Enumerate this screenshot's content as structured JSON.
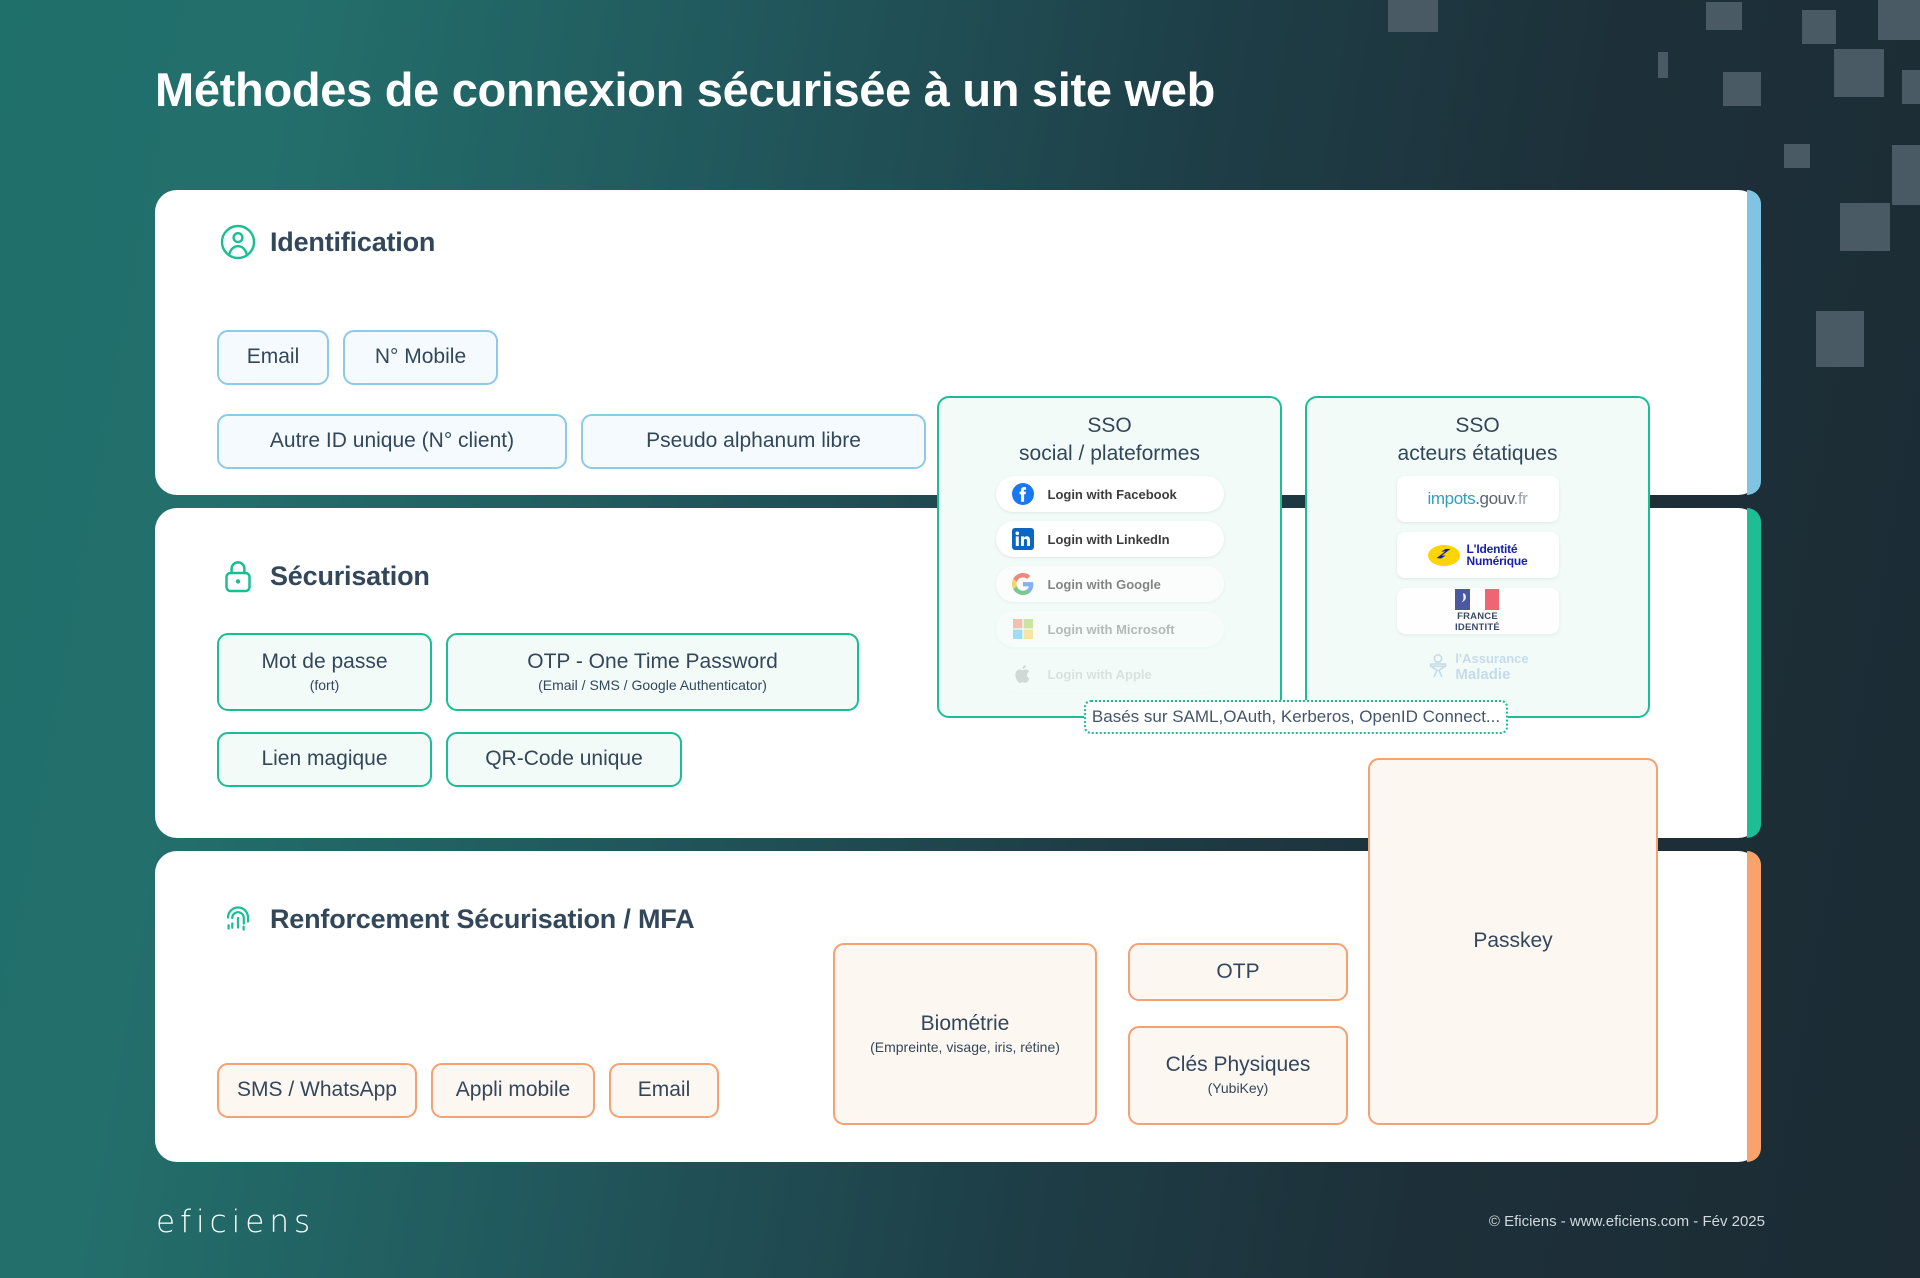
{
  "title": "Méthodes de connexion sécurisée à un site web",
  "colors": {
    "accent_identification": "#7FC4E3",
    "accent_securisation": "#1DBE96",
    "accent_mfa": "#F9A26C",
    "brand_green": "#19BF92",
    "brand_blue": "#8ECAE6",
    "brand_orange": "#F4A173",
    "text_dark": "#33475B",
    "background_dark": "#1C2B34"
  },
  "sections": [
    {
      "id": "identification",
      "icon": "user-circle-icon",
      "heading": "Identification",
      "chips": [
        {
          "label": "Email"
        },
        {
          "label": "N° Mobile"
        },
        {
          "label": "Autre ID unique (N° client)"
        },
        {
          "label": "Pseudo alphanum libre"
        }
      ]
    },
    {
      "id": "securisation",
      "icon": "padlock-icon",
      "heading": "Sécurisation",
      "chips": [
        {
          "label": "Mot de passe",
          "sub": "(fort)"
        },
        {
          "label": "OTP - One Time Password",
          "sub": "(Email / SMS / Google Authenticator)"
        },
        {
          "label": "Lien magique"
        },
        {
          "label": "QR-Code unique"
        }
      ]
    },
    {
      "id": "mfa",
      "icon": "fingerprint-icon",
      "heading": "Renforcement Sécurisation / MFA",
      "chips": [
        {
          "label": "SMS / WhatsApp"
        },
        {
          "label": "Appli mobile"
        },
        {
          "label": "Email"
        },
        {
          "label": "Biométrie",
          "sub": "(Empreinte, visage, iris, rétine)"
        },
        {
          "label": "OTP"
        },
        {
          "label": "Clés Physiques",
          "sub": "(YubiKey)"
        },
        {
          "label": "Passkey"
        }
      ]
    }
  ],
  "sso_social": {
    "title_line1": "SSO",
    "title_line2": "social / plateformes",
    "providers": [
      {
        "label": "Login with Facebook",
        "icon": "facebook-icon",
        "opacity": 1
      },
      {
        "label": "Login with LinkedIn",
        "icon": "linkedin-icon",
        "opacity": 1
      },
      {
        "label": "Login with Google",
        "icon": "google-icon",
        "opacity": 0.62
      },
      {
        "label": "Login with Microsoft",
        "icon": "microsoft-icon",
        "opacity": 0.34
      },
      {
        "label": "Login with Apple",
        "icon": "apple-icon",
        "opacity": 0.13
      }
    ]
  },
  "sso_state": {
    "title_line1": "SSO",
    "title_line2": "acteurs étatiques",
    "providers": [
      {
        "label": "impots.gouv.fr",
        "icon": "impots-gouv-fr-logo",
        "opacity": 1
      },
      {
        "label": "L'Identité Numérique",
        "icon": "la-poste-identite-numerique-logo",
        "opacity": 1
      },
      {
        "label": "FRANCE IDENTITÉ",
        "icon": "france-identite-logo",
        "opacity": 0.85
      },
      {
        "label": "l'Assurance Maladie",
        "icon": "assurance-maladie-logo",
        "opacity": 0.22
      }
    ]
  },
  "annotation": "Basés sur SAML,OAuth, Kerberos, OpenID Connect...",
  "footer": {
    "logo": "eficiens",
    "copyright": "© Eficiens - www.eficiens.com - Fév 2025"
  }
}
